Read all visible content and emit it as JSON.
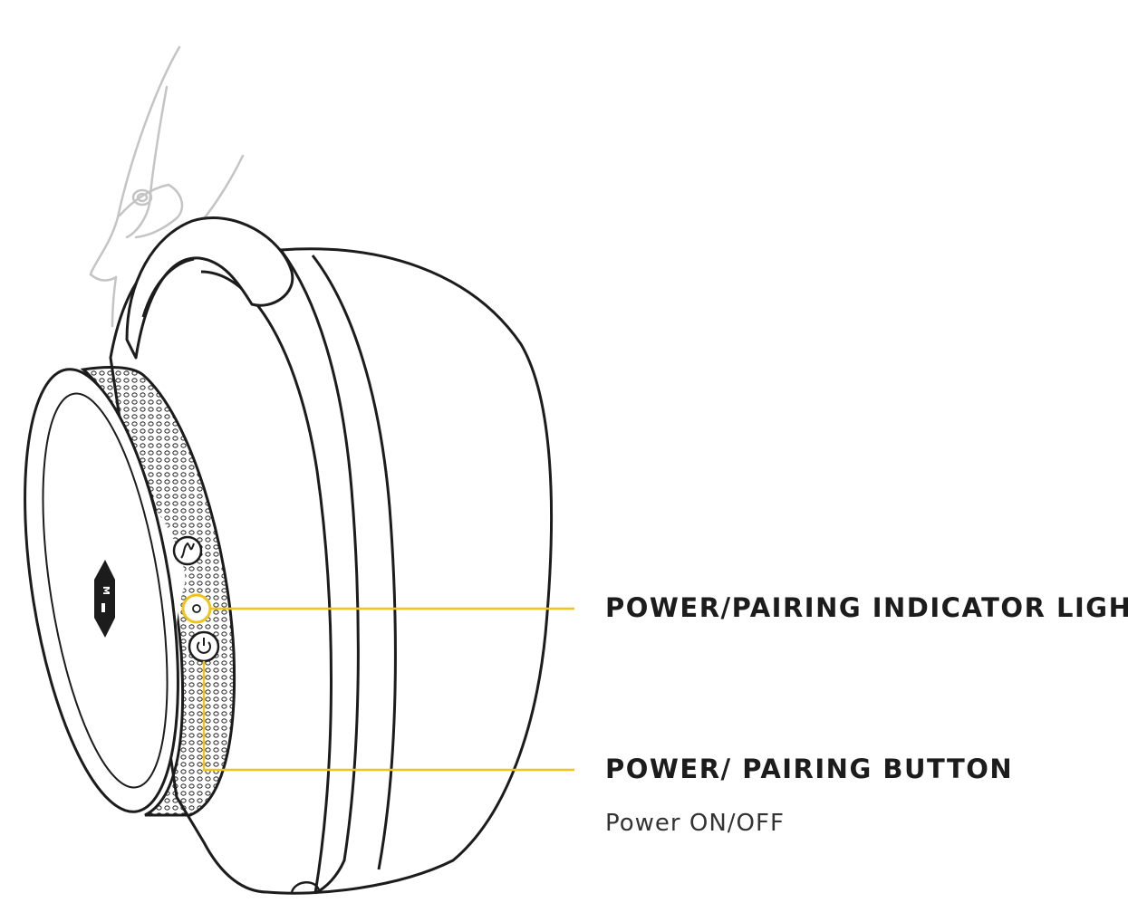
{
  "colors": {
    "outline": "#1c1c1c",
    "headband": "#c4c4c4",
    "callout": "#f0c419",
    "background": "#ffffff"
  },
  "callouts": {
    "indicator_light": {
      "title": "POWER/PAIRING INDICATOR LIGHT"
    },
    "power_button": {
      "title": "POWER/ PAIRING BUTTON",
      "description": "Power ON/OFF"
    }
  },
  "badge": {
    "letter": "M"
  }
}
